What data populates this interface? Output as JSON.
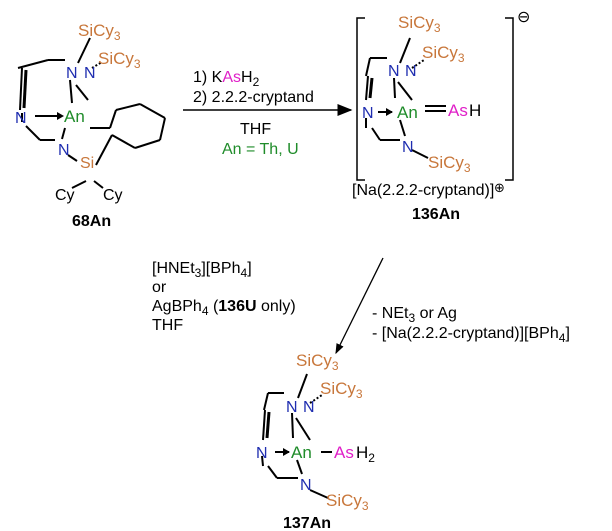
{
  "colors": {
    "silicon": "#c8773b",
    "nitrogen": "#1f2db0",
    "actinide": "#1f8c2a",
    "arsenic": "#e020c8",
    "bond": "#000000"
  },
  "atoms": {
    "SiCy3": "SiCy",
    "cy_sub": "3",
    "An": "An",
    "N": "N",
    "Si": "Si",
    "Cy": "Cy",
    "As": "As",
    "H": "H",
    "H2_sub": "2"
  },
  "compounds": {
    "c68": "68An",
    "c136": "136An",
    "c137": "137An"
  },
  "counterion": "[Na(2.2.2-cryptand)]",
  "charge_minus": "⊖",
  "charge_plus": "⊕",
  "step1": {
    "reagent_1a": "1) K",
    "reagent_1b": "As",
    "reagent_1c": "H",
    "reagent_1d": "2",
    "reagent_2": "2) 2.2.2-cryptand",
    "solvent": "THF",
    "metal_note": "An = Th, U"
  },
  "step2": {
    "line1a": "[HNEt",
    "line1b": "3",
    "line1c": "][BPh",
    "line1d": "4",
    "line1e": "]",
    "line2": "or",
    "line3a": "AgBPh",
    "line3b": "4",
    "line3c": " (",
    "line3d": "136U",
    "line3e": " only)",
    "line4": "THF",
    "bp1a": "- NEt",
    "bp1b": "3",
    "bp1c": " or Ag",
    "bp2a": "- [Na(2.2.2-cryptand)][BPh",
    "bp2b": "4",
    "bp2c": "]"
  }
}
